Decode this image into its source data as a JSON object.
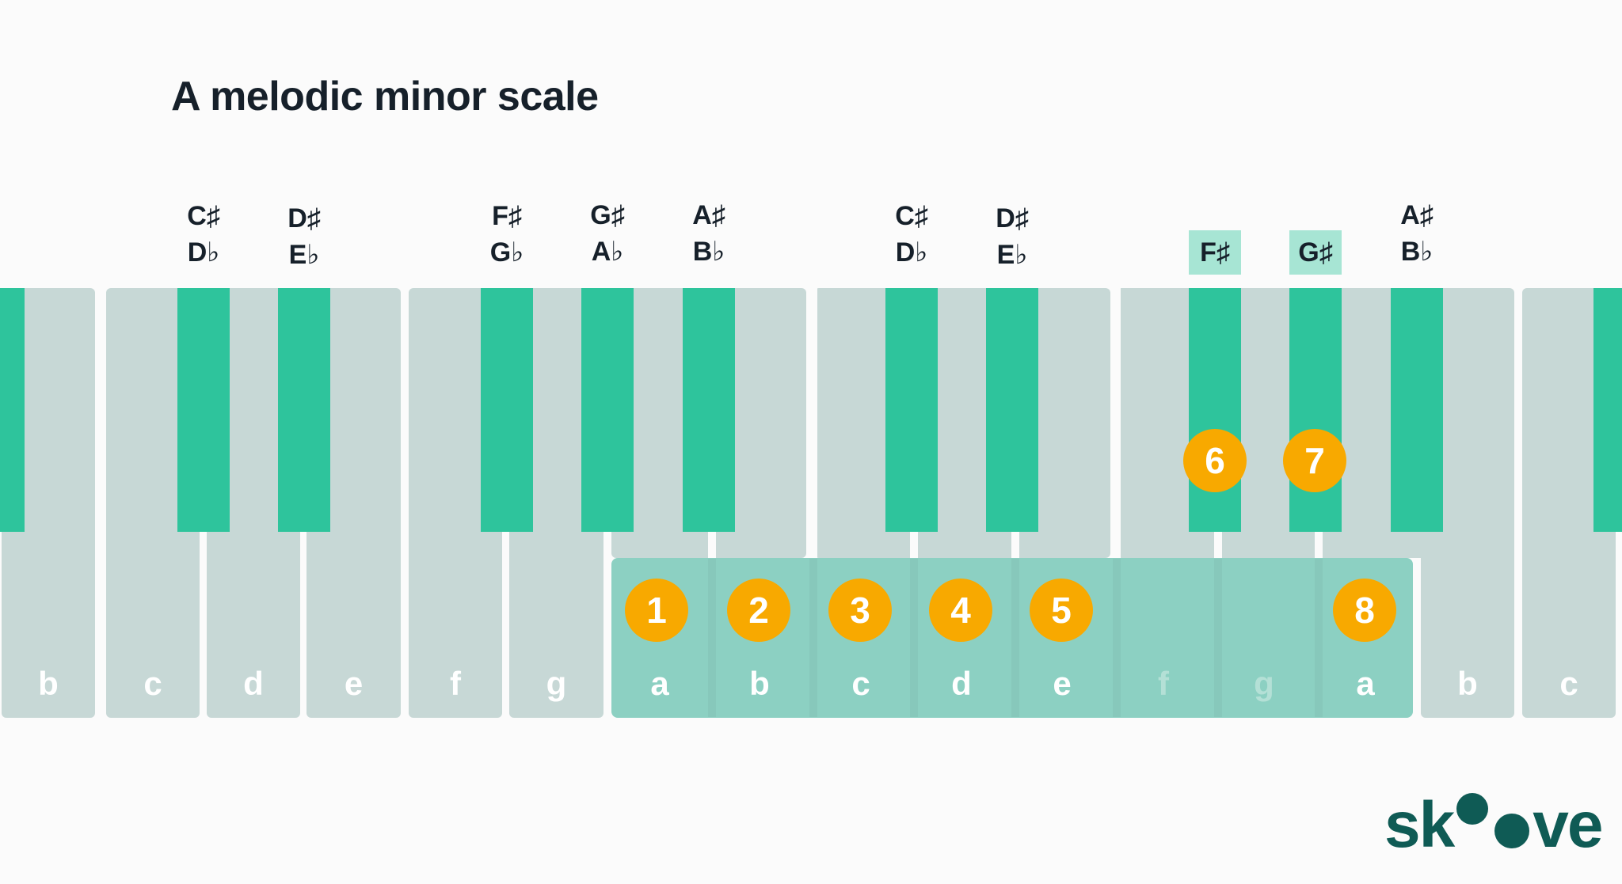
{
  "title": "A melodic minor scale",
  "colors": {
    "background": "#fbfbfb",
    "white_key": "#c7d8d6",
    "black_key": "#2ec49c",
    "scale_highlight": "#8cd0c2",
    "label_highlight": "#a7e5d4",
    "number_badge": "#f8a900",
    "logo": "#0f5b55"
  },
  "white_keys": [
    {
      "label": "b",
      "in_scale": false
    },
    {
      "label": "c",
      "in_scale": false
    },
    {
      "label": "d",
      "in_scale": false
    },
    {
      "label": "e",
      "in_scale": false
    },
    {
      "label": "f",
      "in_scale": false
    },
    {
      "label": "g",
      "in_scale": false
    },
    {
      "label": "a",
      "in_scale": true
    },
    {
      "label": "b",
      "in_scale": true
    },
    {
      "label": "c",
      "in_scale": true
    },
    {
      "label": "d",
      "in_scale": true
    },
    {
      "label": "e",
      "in_scale": true
    },
    {
      "label": "f",
      "in_scale": true,
      "faded": true
    },
    {
      "label": "g",
      "in_scale": true,
      "faded": true
    },
    {
      "label": "a",
      "in_scale": true
    },
    {
      "label": "b",
      "in_scale": false
    },
    {
      "label": "c",
      "in_scale": false
    }
  ],
  "black_key_labels": [
    {
      "sharp": "C♯",
      "flat": "D♭"
    },
    {
      "sharp": "D♯",
      "flat": "E♭"
    },
    {
      "sharp": "F♯",
      "flat": "G♭"
    },
    {
      "sharp": "G♯",
      "flat": "A♭"
    },
    {
      "sharp": "A♯",
      "flat": "B♭"
    },
    {
      "sharp": "C♯",
      "flat": "D♭"
    },
    {
      "sharp": "D♯",
      "flat": "E♭"
    },
    {
      "sharp": "F♯",
      "highlighted": true
    },
    {
      "sharp": "G♯",
      "highlighted": true
    },
    {
      "sharp": "A♯",
      "flat": "B♭"
    }
  ],
  "scale_degrees": [
    "1",
    "2",
    "3",
    "4",
    "5",
    "6",
    "7",
    "8"
  ],
  "logo": {
    "text_left": "sk",
    "text_right": "ve"
  }
}
